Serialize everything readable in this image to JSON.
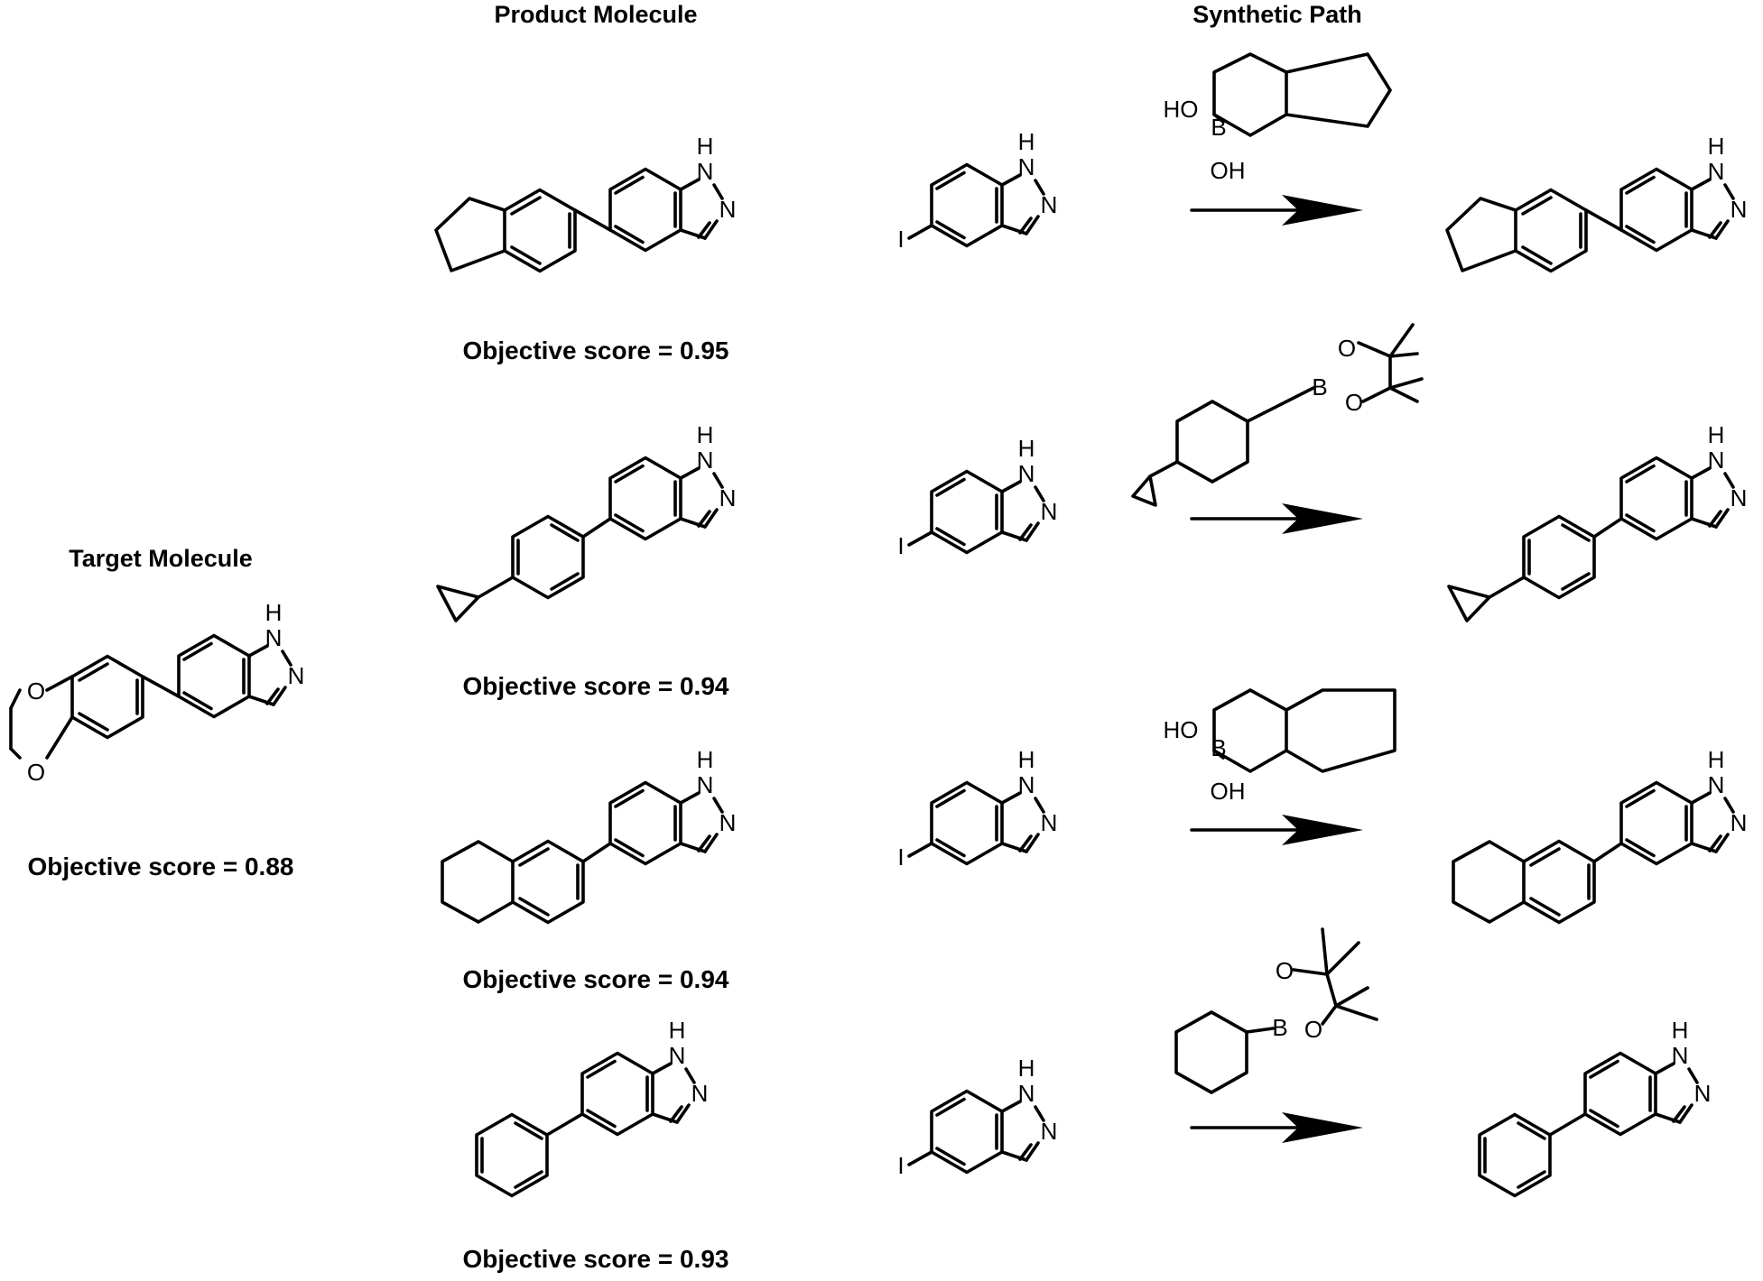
{
  "headers": {
    "target": "Target Molecule",
    "product": "Product Molecule",
    "path": "Synthetic Path"
  },
  "atoms": {
    "H": "H",
    "N": "N",
    "O": "O",
    "B": "B",
    "I": "I",
    "HO": "HO",
    "OH": "OH"
  },
  "target": {
    "score_text": "Objective score = 0.88"
  },
  "products": [
    {
      "score_text": "Objective score = 0.95",
      "substituent": "indanyl",
      "reagent": "boronic acid"
    },
    {
      "score_text": "Objective score = 0.94",
      "substituent": "4-cyclopropylphenyl",
      "reagent": "pinacol boronate"
    },
    {
      "score_text": "Objective score = 0.94",
      "substituent": "tetrahydronaphthyl",
      "reagent": "boronic acid"
    },
    {
      "score_text": "Objective score = 0.93",
      "substituent": "phenyl",
      "reagent": "pinacol boronate"
    }
  ]
}
